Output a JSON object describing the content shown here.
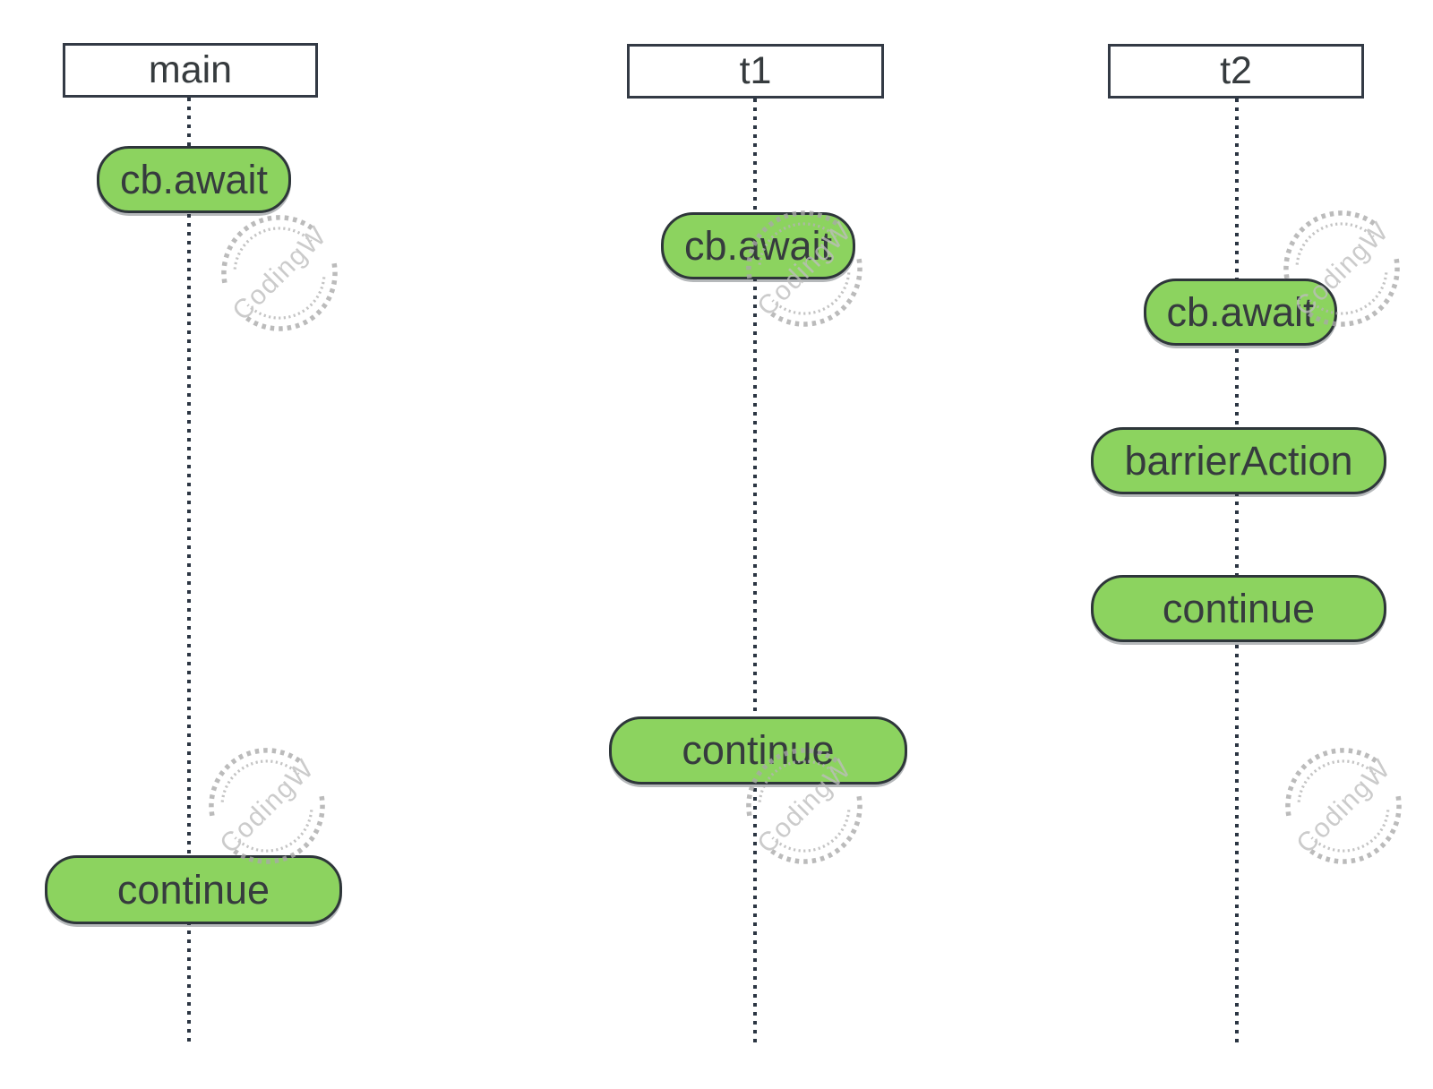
{
  "diagram_type": "sequence-diagram",
  "watermark": {
    "text": "CodingW"
  },
  "colors": {
    "pillFill": "#8cd35f",
    "pillBorder": "#2e363a",
    "headerBorder": "#333a45",
    "line": "#2b3542",
    "text": "#363b3e",
    "canvasBg": "#ffffff"
  },
  "lifelines": [
    {
      "label": "main",
      "pills": [
        {
          "label": "cb.await"
        },
        {
          "label": "continue"
        }
      ]
    },
    {
      "label": "t1",
      "pills": [
        {
          "label": "cb.await"
        },
        {
          "label": "continue"
        }
      ]
    },
    {
      "label": "t2",
      "pills": [
        {
          "label": "cb.await"
        },
        {
          "label": "barrierAction"
        },
        {
          "label": "continue"
        }
      ]
    }
  ]
}
